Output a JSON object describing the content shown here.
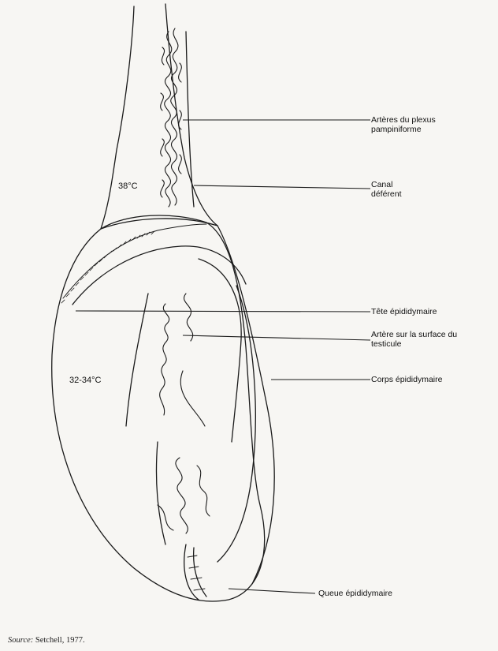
{
  "labels": {
    "arteres_plexus": "Artères du plexus\npampiniforme",
    "canal_deferent": "Canal\ndéférent",
    "tete_epididymaire": "Tête épididymaire",
    "artere_surface": "Artère sur la surface du\ntesticule",
    "corps_epididymaire": "Corps épididymaire",
    "queue_epididymaire": "Queue épididymaire"
  },
  "temperatures": {
    "upper": "38°C",
    "testis": "32-34°C"
  },
  "source": {
    "prefix": "Source:",
    "text": " Setchell, 1977."
  },
  "colors": {
    "line": "#1a1a1a",
    "background": "#f7f6f3"
  }
}
